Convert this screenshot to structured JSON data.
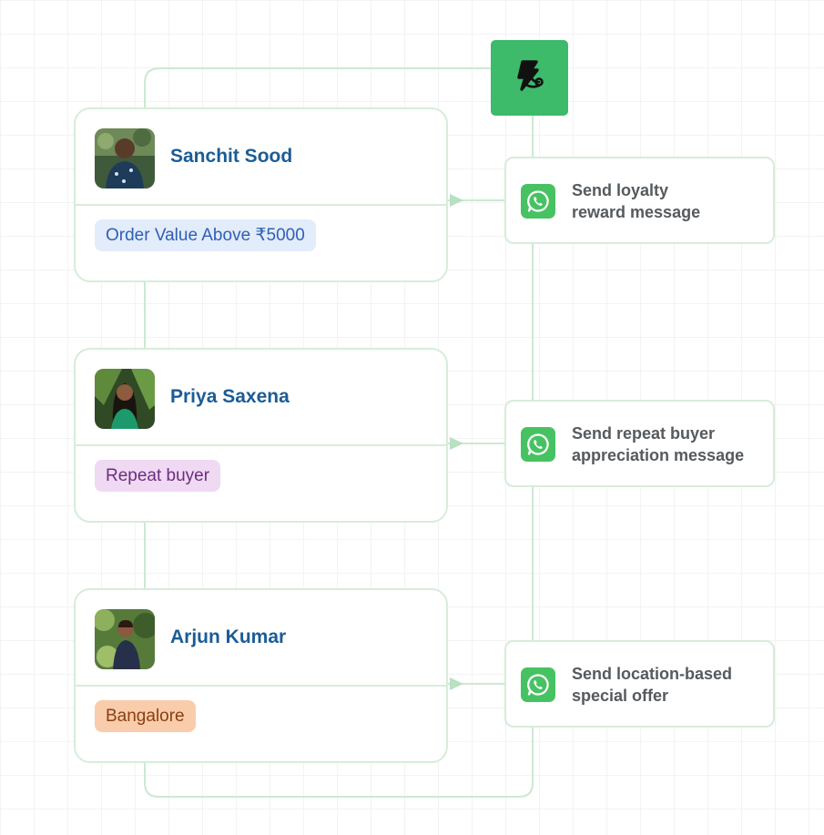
{
  "trigger": {
    "icon": "flow-trigger-icon",
    "color": "#3dba6a"
  },
  "colors": {
    "connector": "#cde8d2",
    "arrow": "#b8e0c1",
    "whatsapp": "#47c263",
    "name": "#1b5c96",
    "action_text": "#555a5e"
  },
  "customers": [
    {
      "name": "Sanchit Sood",
      "tag": "Order Value Above ₹5000",
      "tag_bg": "#e3ecfb",
      "tag_color": "#2e5fb8",
      "avatar_icon": "avatar-photo"
    },
    {
      "name": "Priya Saxena",
      "tag": "Repeat buyer",
      "tag_bg": "#efd9f3",
      "tag_color": "#6c2d7f",
      "avatar_icon": "avatar-photo"
    },
    {
      "name": "Arjun Kumar",
      "tag": "Bangalore",
      "tag_bg": "#f9ccab",
      "tag_color": "#8a3f10",
      "avatar_icon": "avatar-photo"
    }
  ],
  "actions": [
    {
      "line1": "Send loyalty",
      "line2": "reward message",
      "icon": "whatsapp-icon"
    },
    {
      "line1": "Send repeat buyer",
      "line2": "appreciation message",
      "icon": "whatsapp-icon"
    },
    {
      "line1": "Send location-based",
      "line2": "special offer",
      "icon": "whatsapp-icon"
    }
  ]
}
